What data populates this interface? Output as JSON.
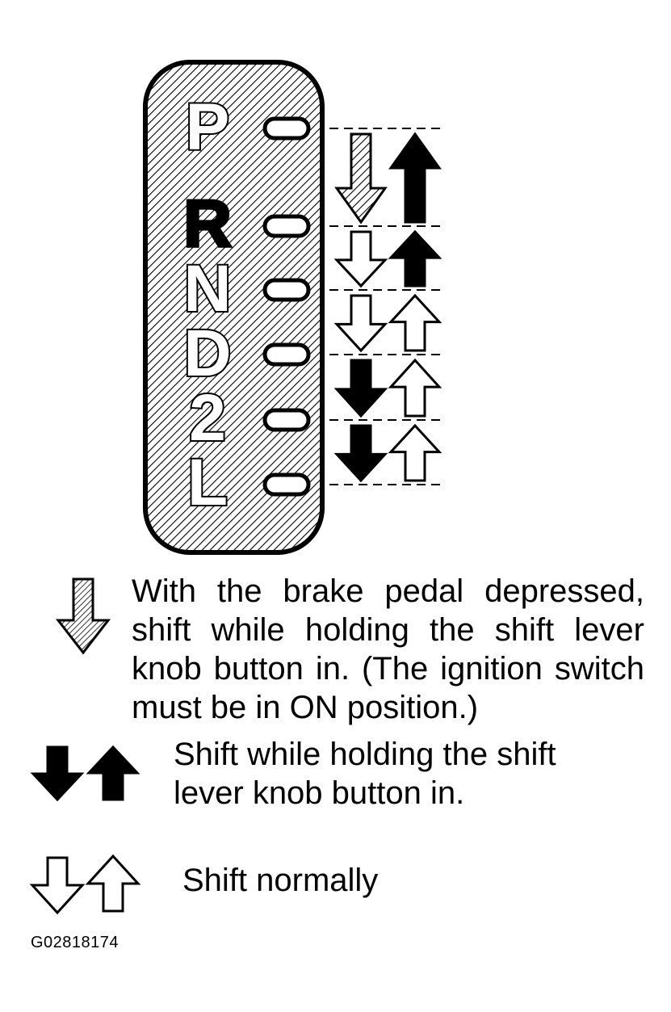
{
  "shift_gate": {
    "positions": [
      "P",
      "R",
      "N",
      "D",
      "2",
      "L"
    ],
    "transitions": [
      {
        "from": "P",
        "to": "R",
        "down": "hatched",
        "up": "solid"
      },
      {
        "from": "R",
        "to": "N",
        "down": "outline",
        "up": "solid"
      },
      {
        "from": "N",
        "to": "D",
        "down": "outline",
        "up": "outline"
      },
      {
        "from": "D",
        "to": "2",
        "down": "solid",
        "up": "outline"
      },
      {
        "from": "2",
        "to": "L",
        "down": "solid",
        "up": "outline"
      }
    ]
  },
  "legend": {
    "hatched_text": "With the brake pedal depressed, shift while holding the shift lever knob button in. (The ignition switch must be in ON position.)",
    "solid_text": "Shift while holding the shift lever knob button in.",
    "outline_text": "Shift normally"
  },
  "figure_id": "G02818174"
}
